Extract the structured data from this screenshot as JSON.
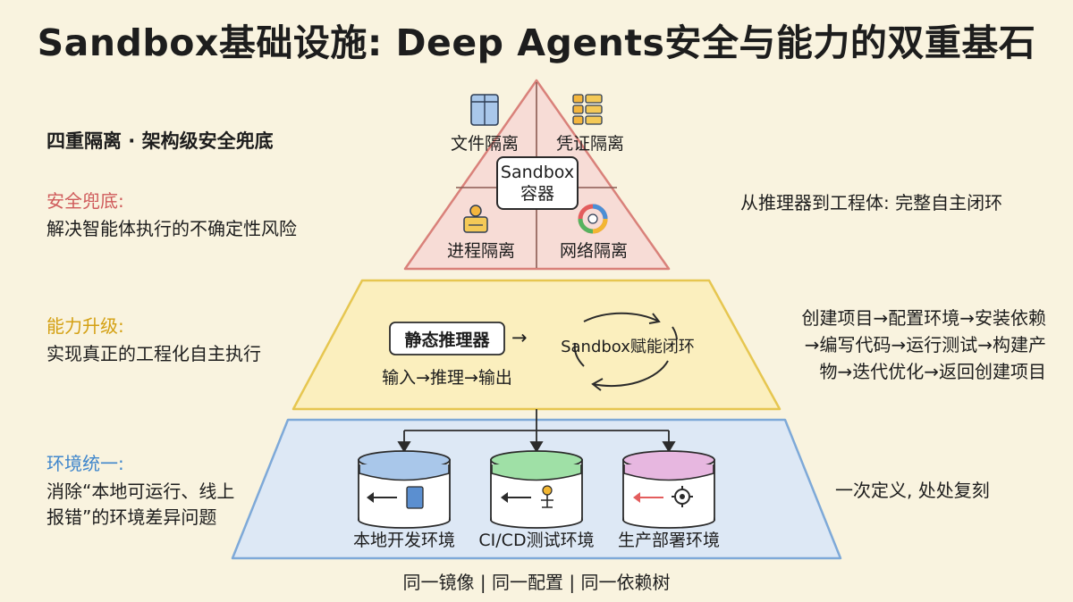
{
  "title": "Sandbox基础设施: Deep Agents安全与能力的双重基石",
  "left": {
    "header": "四重隔离 · 架构级安全兜底",
    "security": {
      "label": "安全兜底:",
      "desc": "解决智能体执行的不确定性风险"
    },
    "capability": {
      "label": "能力升级:",
      "desc": "实现真正的工程化自主执行"
    },
    "environment": {
      "label": "环境统一:",
      "desc_line1": "消除“本地可运行、线上",
      "desc_line2": "报错”的环境差异问题"
    }
  },
  "top_tier": {
    "file_isolation": "文件隔离",
    "credential_isolation": "凭证隔离",
    "process_isolation": "进程隔离",
    "network_isolation": "网络隔离",
    "container_line1": "Sandbox",
    "container_line2": "容器",
    "right_text": "从推理器到工程体: 完整自主闭环"
  },
  "middle_tier": {
    "static_reasoner": "静态推理器",
    "static_flow": "输入→推理→输出",
    "arrow": "→",
    "loop_label": "Sandbox赋能闭环",
    "right_line1": "创建项目→配置环境→安装依赖",
    "right_line2": "→编写代码→运行测试→构建产",
    "right_line3": "物→迭代优化→返回创建项目"
  },
  "bottom_tier": {
    "env_local": "本地开发环境",
    "env_cicd": "CI/CD测试环境",
    "env_prod": "生产部署环境",
    "right_text": "一次定义, 处处复刻",
    "footer": "同一镜像 | 同一配置 | 同一依赖树"
  },
  "colors": {
    "top_fill": "#f7dcd6",
    "top_stroke": "#d9817a",
    "mid_fill": "#fbefbe",
    "mid_stroke": "#e6c650",
    "bottom_fill": "#dde8f5",
    "bottom_stroke": "#7ea9d8",
    "cyl_blue": "#a9c7ea",
    "cyl_green": "#9fe0a6",
    "cyl_pink": "#e7b7e0"
  }
}
